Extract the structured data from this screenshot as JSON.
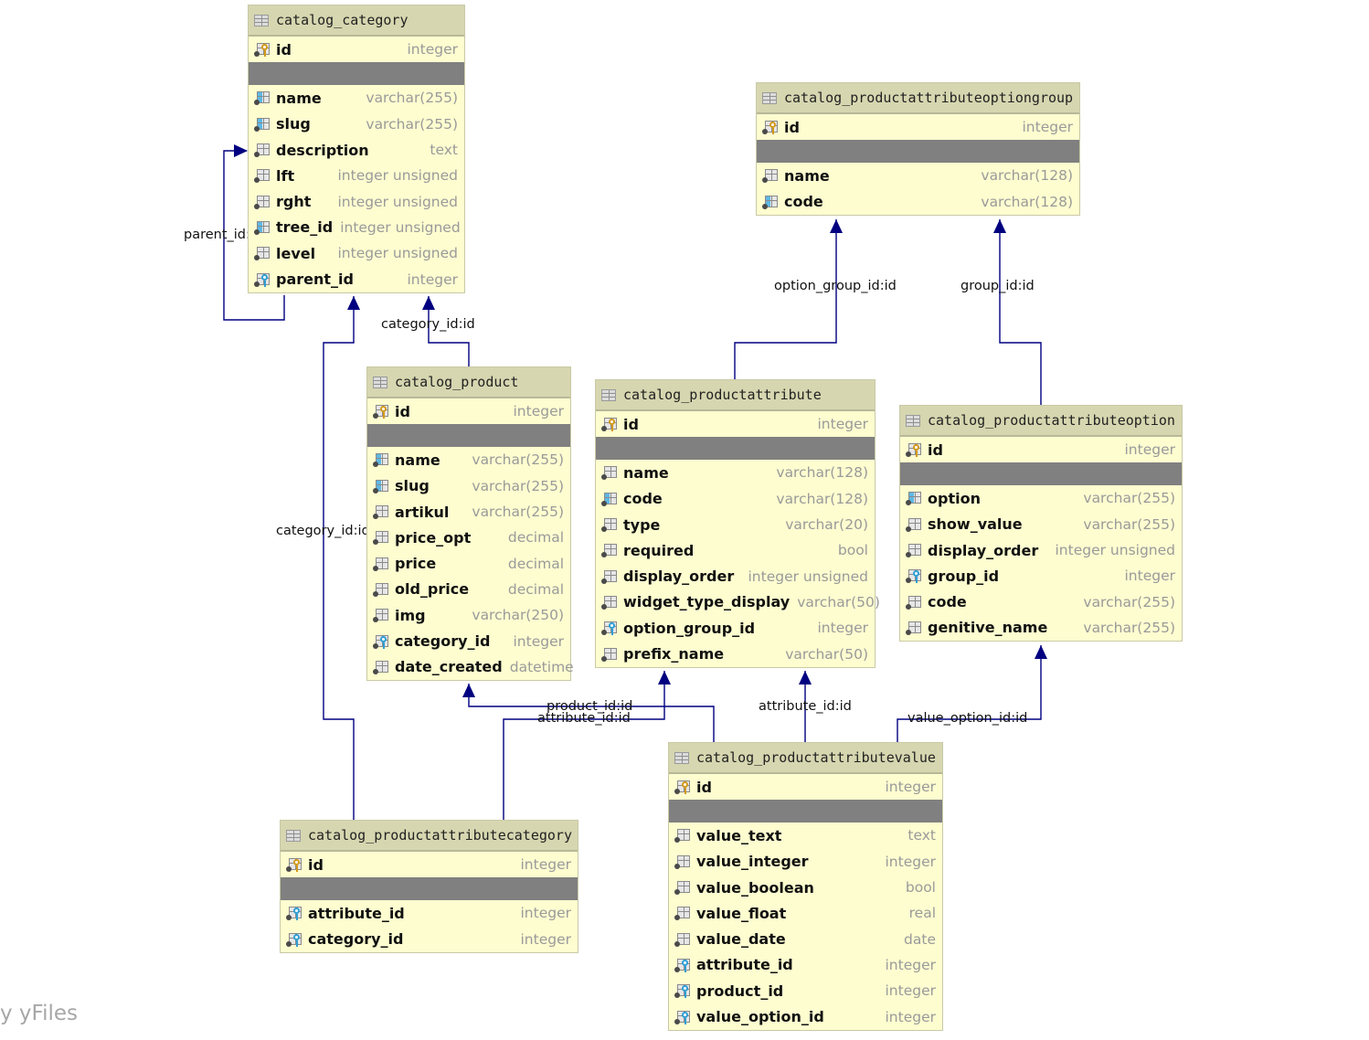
{
  "tables": {
    "catalog_category": {
      "name": "catalog_category",
      "columns": [
        {
          "name": "id",
          "type": "integer",
          "kind": "pk"
        },
        {
          "name": "name",
          "type": "varchar(255)",
          "kind": "idx"
        },
        {
          "name": "slug",
          "type": "varchar(255)",
          "kind": "idx"
        },
        {
          "name": "description",
          "type": "text",
          "kind": "col"
        },
        {
          "name": "lft",
          "type": "integer unsigned",
          "kind": "col"
        },
        {
          "name": "rght",
          "type": "integer unsigned",
          "kind": "col"
        },
        {
          "name": "tree_id",
          "type": "integer unsigned",
          "kind": "idx"
        },
        {
          "name": "level",
          "type": "integer unsigned",
          "kind": "col"
        },
        {
          "name": "parent_id",
          "type": "integer",
          "kind": "fk"
        }
      ]
    },
    "catalog_productattributeoptiongroup": {
      "name": "catalog_productattributeoptiongroup",
      "columns": [
        {
          "name": "id",
          "type": "integer",
          "kind": "pk"
        },
        {
          "name": "name",
          "type": "varchar(128)",
          "kind": "col"
        },
        {
          "name": "code",
          "type": "varchar(128)",
          "kind": "idx"
        }
      ]
    },
    "catalog_product": {
      "name": "catalog_product",
      "columns": [
        {
          "name": "id",
          "type": "integer",
          "kind": "pk"
        },
        {
          "name": "name",
          "type": "varchar(255)",
          "kind": "idx"
        },
        {
          "name": "slug",
          "type": "varchar(255)",
          "kind": "idx"
        },
        {
          "name": "artikul",
          "type": "varchar(255)",
          "kind": "col"
        },
        {
          "name": "price_opt",
          "type": "decimal",
          "kind": "col"
        },
        {
          "name": "price",
          "type": "decimal",
          "kind": "col"
        },
        {
          "name": "old_price",
          "type": "decimal",
          "kind": "col"
        },
        {
          "name": "img",
          "type": "varchar(250)",
          "kind": "col"
        },
        {
          "name": "category_id",
          "type": "integer",
          "kind": "fk"
        },
        {
          "name": "date_created",
          "type": "datetime",
          "kind": "col"
        }
      ]
    },
    "catalog_productattribute": {
      "name": "catalog_productattribute",
      "columns": [
        {
          "name": "id",
          "type": "integer",
          "kind": "pk"
        },
        {
          "name": "name",
          "type": "varchar(128)",
          "kind": "col"
        },
        {
          "name": "code",
          "type": "varchar(128)",
          "kind": "idx"
        },
        {
          "name": "type",
          "type": "varchar(20)",
          "kind": "col"
        },
        {
          "name": "required",
          "type": "bool",
          "kind": "col"
        },
        {
          "name": "display_order",
          "type": "integer unsigned",
          "kind": "col"
        },
        {
          "name": "widget_type_display",
          "type": "varchar(50)",
          "kind": "col"
        },
        {
          "name": "option_group_id",
          "type": "integer",
          "kind": "fk"
        },
        {
          "name": "prefix_name",
          "type": "varchar(50)",
          "kind": "col"
        }
      ]
    },
    "catalog_productattributeoption": {
      "name": "catalog_productattributeoption",
      "columns": [
        {
          "name": "id",
          "type": "integer",
          "kind": "pk"
        },
        {
          "name": "option",
          "type": "varchar(255)",
          "kind": "idx"
        },
        {
          "name": "show_value",
          "type": "varchar(255)",
          "kind": "col"
        },
        {
          "name": "display_order",
          "type": "integer unsigned",
          "kind": "col"
        },
        {
          "name": "group_id",
          "type": "integer",
          "kind": "fk"
        },
        {
          "name": "code",
          "type": "varchar(255)",
          "kind": "col"
        },
        {
          "name": "genitive_name",
          "type": "varchar(255)",
          "kind": "col"
        }
      ]
    },
    "catalog_productattributecategory": {
      "name": "catalog_productattributecategory",
      "columns": [
        {
          "name": "id",
          "type": "integer",
          "kind": "pk"
        },
        {
          "name": "attribute_id",
          "type": "integer",
          "kind": "fk"
        },
        {
          "name": "category_id",
          "type": "integer",
          "kind": "fk"
        }
      ]
    },
    "catalog_productattributevalue": {
      "name": "catalog_productattributevalue",
      "columns": [
        {
          "name": "id",
          "type": "integer",
          "kind": "pk"
        },
        {
          "name": "value_text",
          "type": "text",
          "kind": "col"
        },
        {
          "name": "value_integer",
          "type": "integer",
          "kind": "col"
        },
        {
          "name": "value_boolean",
          "type": "bool",
          "kind": "col"
        },
        {
          "name": "value_float",
          "type": "real",
          "kind": "col"
        },
        {
          "name": "value_date",
          "type": "date",
          "kind": "col"
        },
        {
          "name": "attribute_id",
          "type": "integer",
          "kind": "fk"
        },
        {
          "name": "product_id",
          "type": "integer",
          "kind": "fk"
        },
        {
          "name": "value_option_id",
          "type": "integer",
          "kind": "fk"
        }
      ]
    }
  },
  "relations": {
    "parent": "parent_id:id",
    "category_from_product": "category_id:id",
    "category_from_attrcategory": "category_id:id",
    "option_group": "option_group_id:id",
    "group": "group_id:id",
    "product": "product_id:id",
    "attribute_from_attrcategory": "attribute_id:id",
    "attribute_from_value": "attribute_id:id",
    "value_option": "value_option_id:id"
  },
  "watermark": "y yFiles",
  "colors": {
    "edge": "#000080",
    "table_bg": "#fdfdd0",
    "header_bg": "#d6d6b0",
    "separator": "#808080"
  }
}
